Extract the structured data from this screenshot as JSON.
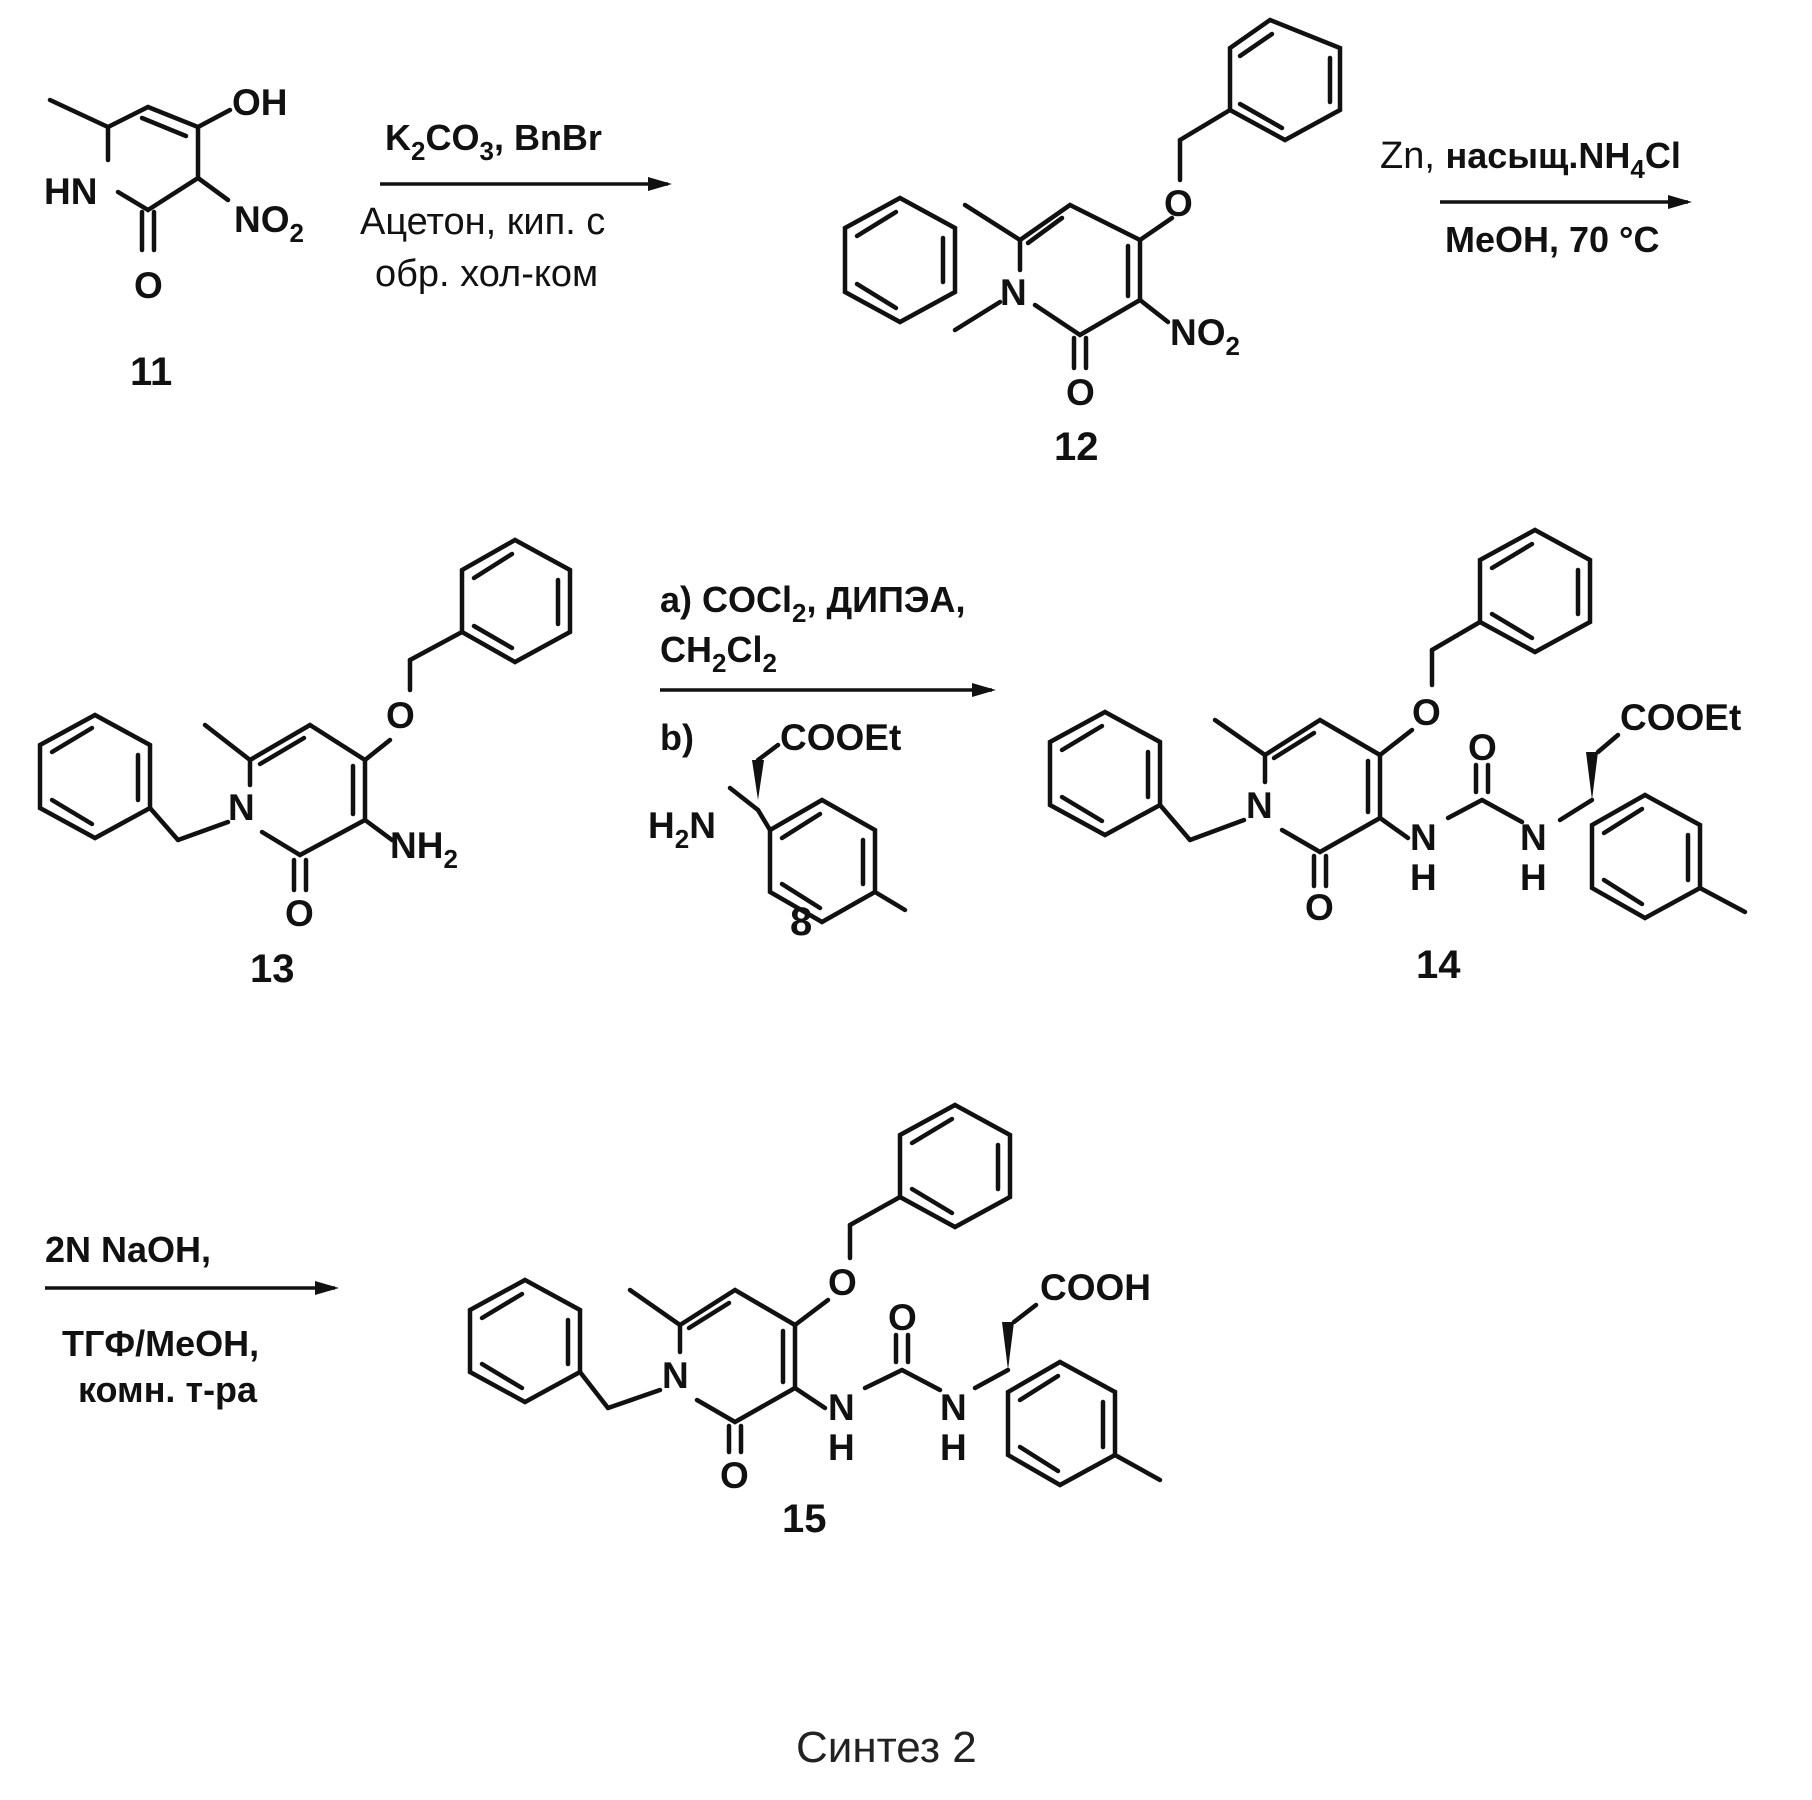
{
  "caption": "Синтез 2",
  "compounds": {
    "c11": {
      "number": "11",
      "oh": "OH",
      "hn": "HN",
      "no": "NO",
      "no_sub": "2",
      "o": "O"
    },
    "c12": {
      "number": "12",
      "n": "N",
      "o_ether": "O",
      "no": "NO",
      "no_sub": "2",
      "o": "O"
    },
    "c13": {
      "number": "13",
      "n": "N",
      "o_ether": "O",
      "nh": "NH",
      "nh_sub": "2",
      "o": "O"
    },
    "c8": {
      "number": "8",
      "h": "H",
      "h_sub": "2",
      "n": "N",
      "ester": "COOEt"
    },
    "c14": {
      "number": "14",
      "n": "N",
      "o_ether": "O",
      "o": "O",
      "urea_o": "O",
      "nh1_n": "N",
      "nh1_h": "H",
      "nh2_n": "N",
      "nh2_h": "H",
      "ester": "COOEt"
    },
    "c15": {
      "number": "15",
      "n": "N",
      "o_ether": "O",
      "o": "O",
      "urea_o": "O",
      "nh1_n": "N",
      "nh1_h": "H",
      "nh2_n": "N",
      "nh2_h": "H",
      "acid": "COOH"
    }
  },
  "steps": {
    "step1": {
      "above_a": "K",
      "above_sub1": "2",
      "above_b": "CO",
      "above_sub2": "3",
      "above_c": ", BnBr",
      "below1": "Ацетон, кип. с",
      "below2": "обр. хол-ком"
    },
    "step2": {
      "above_a": "Zn, ",
      "above_b": "насыщ.NH",
      "above_sub": "4",
      "above_c": "Cl",
      "below": "MeOH, 70 °C"
    },
    "step3": {
      "a_label": "a) COCl",
      "a_sub": "2",
      "a_rest": ", ДИПЭА,",
      "a2_a": "CH",
      "a2_sub1": "2",
      "a2_b": "Cl",
      "a2_sub2": "2",
      "b_label": "b)"
    },
    "step4": {
      "above": "2N NaOH,",
      "below1": "ТГФ/MeOH,",
      "below2": "комн. т-ра"
    }
  }
}
